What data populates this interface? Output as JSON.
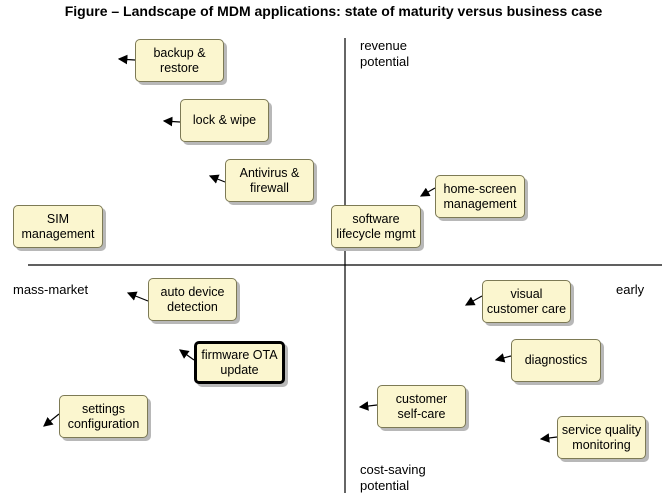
{
  "title": "Figure – Landscape of MDM applications: state of maturity versus business case",
  "axes": {
    "top": "revenue\npotential",
    "bottom": "cost-saving\npotential",
    "left": "mass-market",
    "right": "early"
  },
  "apps": {
    "backup": "backup &\nrestore",
    "lock": "lock & wipe",
    "antivirus": "Antivirus &\nfirewall",
    "homescreen": "home-screen\nmanagement",
    "sim": "SIM\nmanagement",
    "software": "software\nlifecycle mgmt",
    "autodevice": "auto device\ndetection",
    "visualcare": "visual\ncustomer care",
    "firmware": "firmware OTA\nupdate",
    "diagnostics": "diagnostics",
    "selfcare": "customer\nself-care",
    "settings": "settings\nconfiguration",
    "servicequality": "service quality\nmonitoring"
  }
}
